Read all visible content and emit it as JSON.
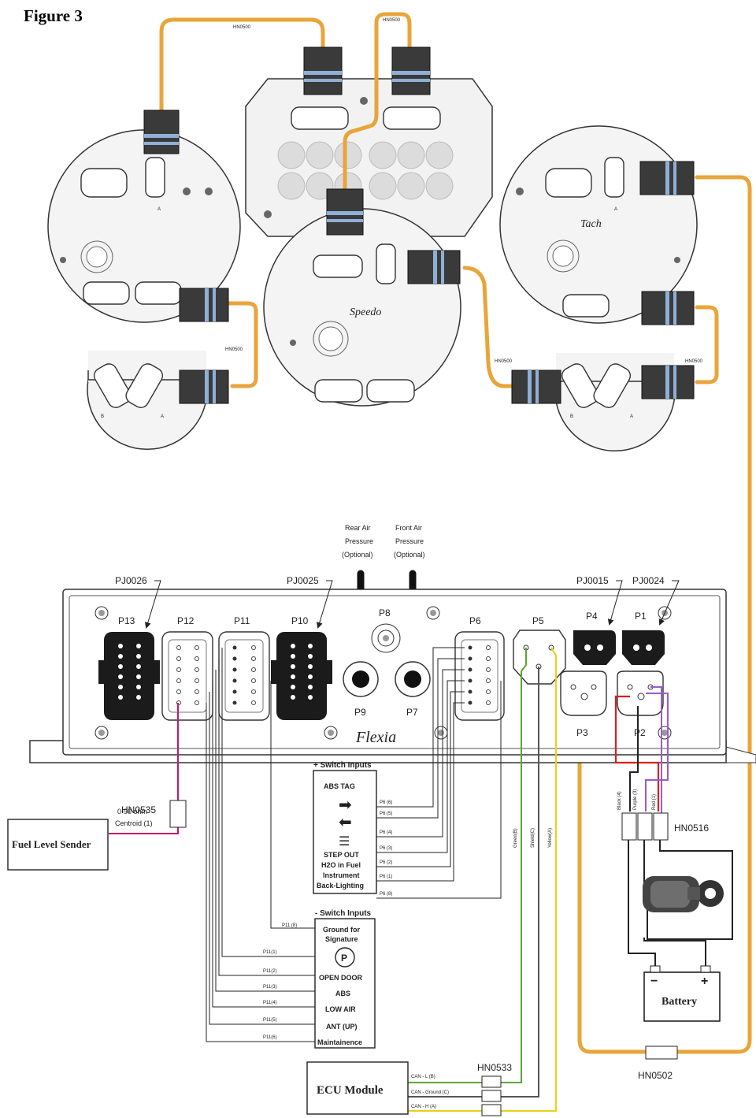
{
  "figure_title": "Figure 3",
  "harness_labels": {
    "top_left": "HN0500",
    "top_center": "HN0500",
    "left_mid": "HN0500",
    "right_mid_a": "HN0500",
    "right_mid_b": "HN0500",
    "bottom": "HN0502"
  },
  "gauges": {
    "speedo": "Speedo",
    "tach": "Tach",
    "pin_a": "A",
    "pin_b": "B"
  },
  "air": {
    "rear": [
      "Rear Air",
      "Pressure",
      "(Optional)"
    ],
    "front": [
      "Front Air",
      "Pressure",
      "(Optional)"
    ]
  },
  "controller": {
    "logo": "Flexia",
    "part_labels": [
      "PJ0026",
      "PJ0025",
      "PJ0015",
      "PJ0024"
    ],
    "ports": [
      "P13",
      "P12",
      "P11",
      "P10",
      "P8",
      "P9",
      "P7",
      "P6",
      "P5",
      "P4",
      "P1",
      "P3",
      "P2"
    ]
  },
  "fuel": {
    "harness": "HN0535",
    "sender": "Fuel Level Sender",
    "spec": [
      "0-90 ohm",
      "Centroid (1)"
    ]
  },
  "can_wires": [
    "Green(B)",
    "Shield(C)",
    "Yellow(A)"
  ],
  "power": {
    "wires": [
      "Black (4)",
      "Purple (3)",
      "Red (1)"
    ],
    "harness": "HN0516",
    "battery": "Battery",
    "minus": "−",
    "plus": "+"
  },
  "plus_switch": {
    "title": "+ Switch Inputs",
    "items": [
      "ABS TAG",
      "STEP OUT",
      "H2O in Fuel",
      "Instrument",
      "Back-Lighting"
    ],
    "pins": [
      "P6 (6)",
      "P6 (5)",
      "P6 (4)",
      "P6 (3)",
      "P6 (2)",
      "P6 (1)",
      "P6 (8)"
    ]
  },
  "minus_switch": {
    "title": "- Switch Inputs",
    "items": [
      "Ground for",
      "Signature",
      "OPEN DOOR",
      "ABS",
      "LOW AIR",
      "ANT (UP)",
      "Maintainence"
    ],
    "pins": [
      "P11 (8)",
      "P11(1)",
      "P11(2)",
      "P11(3)",
      "P11(4)",
      "P11(5)",
      "P11(6)"
    ],
    "park_symbol": "P"
  },
  "ecu": {
    "title": "ECU Module",
    "harness": "HN0533",
    "lines": [
      "CAN - L (B)",
      "CAN - Ground (C)",
      "CAN - H (A)"
    ]
  },
  "colors": {
    "harness": "#e8a53a",
    "can_green": "#5aa832",
    "can_yellow": "#e6d21c",
    "fuel_wire": "#c2186b",
    "power_red": "#d82020",
    "power_purple": "#9a5cc8",
    "connector_blue": "#8fb0d6"
  }
}
